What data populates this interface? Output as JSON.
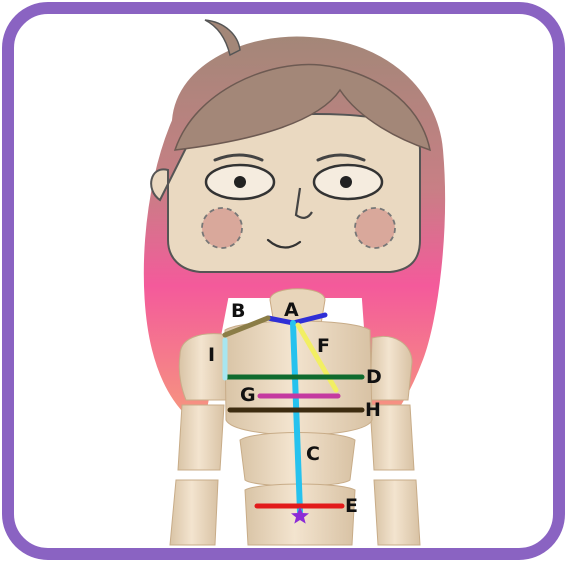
{
  "figure": {
    "description_labels": [
      "A",
      "B",
      "C",
      "D",
      "E",
      "F",
      "G",
      "H",
      "I"
    ],
    "marker": "star-icon"
  },
  "labels": {
    "A": "A",
    "B": "B",
    "C": "C",
    "D": "D",
    "E": "E",
    "F": "F",
    "G": "G",
    "H": "H",
    "I": "I"
  },
  "colors": {
    "frame_border": "#8a63c2",
    "hair_top": "#a08a80",
    "hair_bottom": "#f35a9a",
    "wood": "#ecdac2",
    "A": "#2f2fd6",
    "B": "#8b7d47",
    "C": "#26c2ee",
    "D": "#0f6b2e",
    "E": "#e21b1b",
    "F": "#f2ef63",
    "G": "#c43aa0",
    "H": "#3d2c10",
    "I": "#a8e6f0",
    "star": "#8c2bd6"
  }
}
